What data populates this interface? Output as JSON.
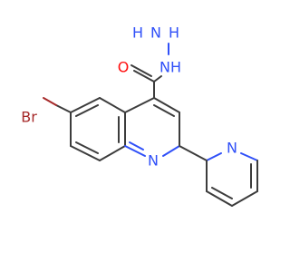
{
  "molecule": {
    "colors": {
      "bond": "#3c3c3c",
      "nitrogen": "#3050f8",
      "oxygen": "#ff0d0d",
      "bromine": "#a62929"
    },
    "atom_labels": {
      "br": "Br",
      "o": "O",
      "nh": "NH",
      "nh2_h": "H",
      "nh2_n": "N",
      "nh2_h2": "H",
      "n_quinoline": "N",
      "n_pyridine": "N"
    }
  }
}
